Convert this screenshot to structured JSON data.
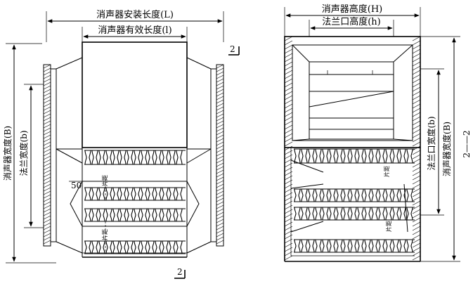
{
  "left_view": {
    "install_length": "消声器安装长度(L)",
    "effective_length": "消声器有效长度(l)",
    "width_B": "消声器宽度(B)",
    "flange_width_b": "法兰宽度(b)",
    "dim_50": "50",
    "splitter_upper": "片距",
    "splitter_lower": "片距",
    "section_top": "2",
    "section_bottom": "2"
  },
  "right_view": {
    "height_H": "消声器高度(H)",
    "flange_height_h": "法兰口高度(h)",
    "flange_width_b": "法兰口宽度(b)",
    "width_B": "消声器宽度(B)",
    "splitter_upper": "片距",
    "splitter_lower": "片距",
    "section_label": "2——2"
  }
}
